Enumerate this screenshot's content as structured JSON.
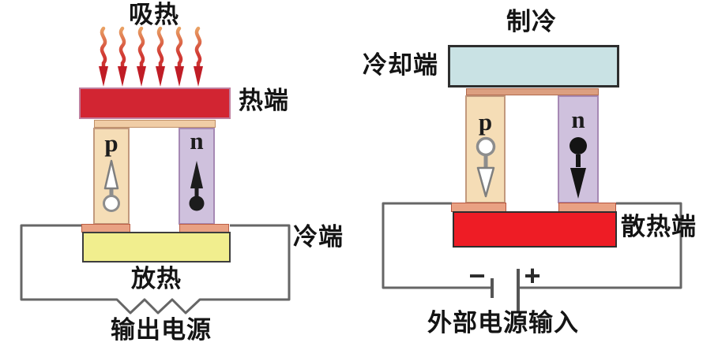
{
  "figure": {
    "left": {
      "heat_absorb": "吸热",
      "hot_end": "热端",
      "p": "p",
      "n": "n",
      "cold_end": "冷端",
      "heat_release": "放热",
      "caption": "输出电源"
    },
    "right": {
      "cooling": "制冷",
      "cooling_end": "冷却端",
      "p": "p",
      "n": "n",
      "heat_sink_end": "散热端",
      "minus": "−",
      "plus": "+",
      "caption": "外部电源输入"
    },
    "colors": {
      "hot_bar_red": "#d22532",
      "hot_bar_border": "#c07e9e",
      "cold_bar_yellow": "#f1ee8e",
      "cooling_bar_blue": "#c9e2e4",
      "heat_sink_red": "#ee1c25",
      "p_leg_tan": "#f5ddb6",
      "n_leg_purple": "#cfc1dd",
      "electrode_salmon": "#e9a183",
      "wire_gray": "#666666",
      "heat_arrow_red": "#c01d26",
      "text_black": "#141414"
    }
  }
}
